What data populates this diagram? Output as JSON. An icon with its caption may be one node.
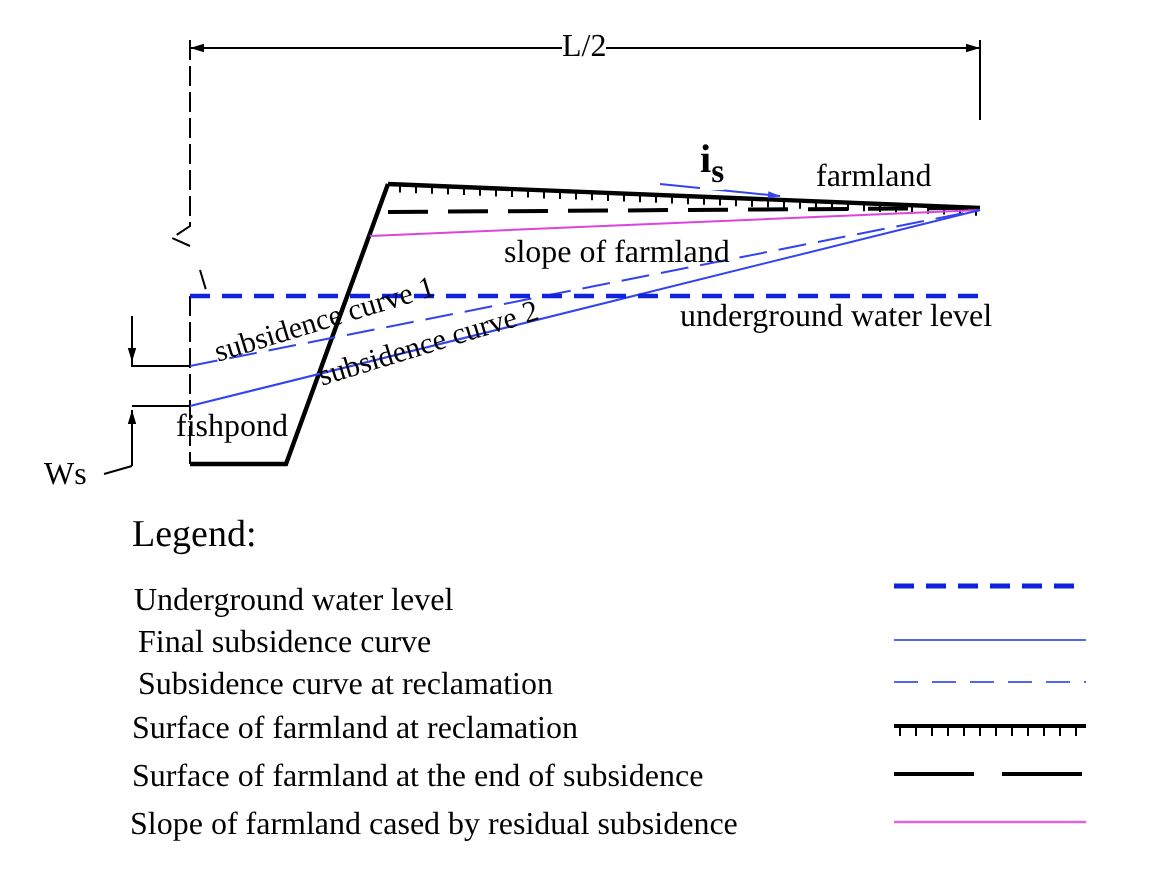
{
  "diagram": {
    "labels": [
      "L/2",
      "i$_{s}$",
      "farmland",
      "slope of farmland",
      "subsidence curve 1",
      "underground water level",
      "subsidence curve 2",
      "fishpond",
      "Ws",
      "Legend:"
    ],
    "legend": [
      {
        "text": "Underground water level"
      },
      {
        "text": "Final subsidence curve"
      },
      {
        "text": "Subsidence curve at reclamation"
      },
      {
        "text": "Surface of farmland at reclamation"
      },
      {
        "text": "Surface of farmland at the end of subsidence"
      },
      {
        "text": "Slope of farmland cased by residual subsidence"
      }
    ]
  }
}
